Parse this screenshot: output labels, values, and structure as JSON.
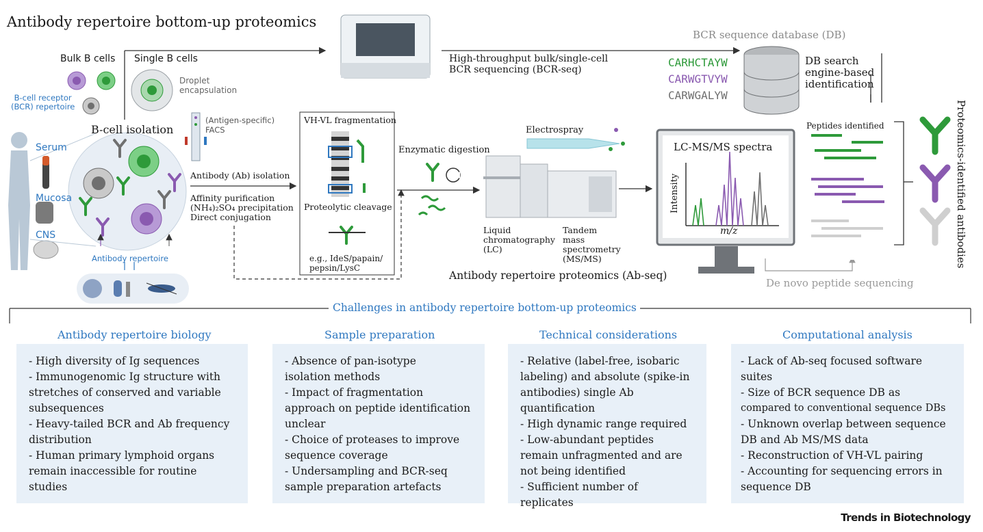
{
  "title": "Antibody repertoire bottom-up proteomics",
  "workflow": {
    "bulk_b_cells": "Bulk B cells",
    "single_b_cells": "Single B cells",
    "bcr_repertoire": "B-cell receptor\n(BCR) repertoire",
    "droplet": "Droplet\nencapsulation",
    "facs": "(Antigen-specific)\nFACS",
    "b_cell_isolation": "B-cell isolation",
    "serum": "Serum",
    "mucosa": "Mucosa",
    "cns": "CNS",
    "antibody_repertoire": "Antibody repertoire",
    "ab_isolation": "Antibody (Ab) isolation",
    "ab_methods": "Affinity purification\n(NH₄)₂SO₄ precipitation\nDirect conjugation",
    "vhvl_fragmentation": "VH-VL fragmentation",
    "proteolytic_cleavage": "Proteolytic cleavage",
    "proteases": "e.g., IdeS/papain/\npepsin/LysC",
    "enzymatic_digestion": "Enzymatic digestion",
    "electrospray": "Electrospray",
    "lc": "Liquid\nchromatography\n(LC)",
    "msms": "Tandem\nmass\nspectrometry\n(MS/MS)",
    "abseq": "Antibody repertoire proteomics (Ab-seq)",
    "bcrseq": "High-throughput bulk/single-cell\nBCR sequencing (BCR-seq)",
    "db_title": "BCR sequence database (DB)",
    "sequences": [
      {
        "text": "CARHCTAYW",
        "color": "#2e9a3a"
      },
      {
        "text": "CARWGTVYW",
        "color": "#8a5ab0"
      },
      {
        "text": "CARWGALYW",
        "color": "#707070"
      }
    ],
    "db_search": "DB search\nengine-based\nidentification",
    "spectra_title": "LC-MS/MS spectra",
    "intensity": "Intensity",
    "mz": "m/z",
    "peptides_identified": "Peptides identified",
    "de_novo": "De novo peptide sequencing",
    "proteomics_identified": "Proteomics-identified antibodies"
  },
  "challenges_title": "Challenges in antibody repertoire bottom-up proteomics",
  "panels": [
    {
      "title": "Antibody repertoire biology",
      "items": [
        "- High diversity of Ig sequences",
        "- Immunogenomic Ig structure  with",
        "stretches of conserved and variable",
        "subsequences",
        "- Heavy-tailed BCR and Ab frequency",
        "distribution",
        "- Human primary lymphoid organs",
        "remain inaccessible for routine",
        "studies"
      ]
    },
    {
      "title": "Sample preparation",
      "items": [
        "- Absence of pan-isotype",
        "isolation methods",
        "- Impact of fragmentation",
        "approach on peptide identification",
        "unclear",
        "- Choice of proteases to improve",
        "sequence coverage",
        "- Undersampling and BCR-seq",
        "sample preparation artefacts"
      ]
    },
    {
      "title": "Technical considerations",
      "items": [
        "- Relative (label-free, isobaric",
        "labeling) and absolute (spike-in",
        "antibodies) single Ab",
        "quantification",
        "- High dynamic range required",
        "- Low-abundant peptides",
        "remain unfragmented and are",
        "not being identified",
        "- Sufficient number of replicates"
      ]
    },
    {
      "title": "Computational analysis",
      "items": [
        "- Lack of Ab-seq focused software",
        "suites",
        "- Size of BCR sequence DB as",
        "compared to conventional sequence DBs",
        "- Unknown overlap between sequence",
        "DB and Ab MS/MS data",
        "- Reconstruction of VH-VL pairing",
        "- Accounting for sequencing errors in",
        "sequence DB"
      ]
    }
  ],
  "journal": "Trends in Biotechnology",
  "colors": {
    "accent": "#2f78c0",
    "green": "#2e9a3a",
    "purple": "#8a5ab0",
    "grey": "#8a8a8a",
    "panel_bg": "#e8f0f8"
  }
}
